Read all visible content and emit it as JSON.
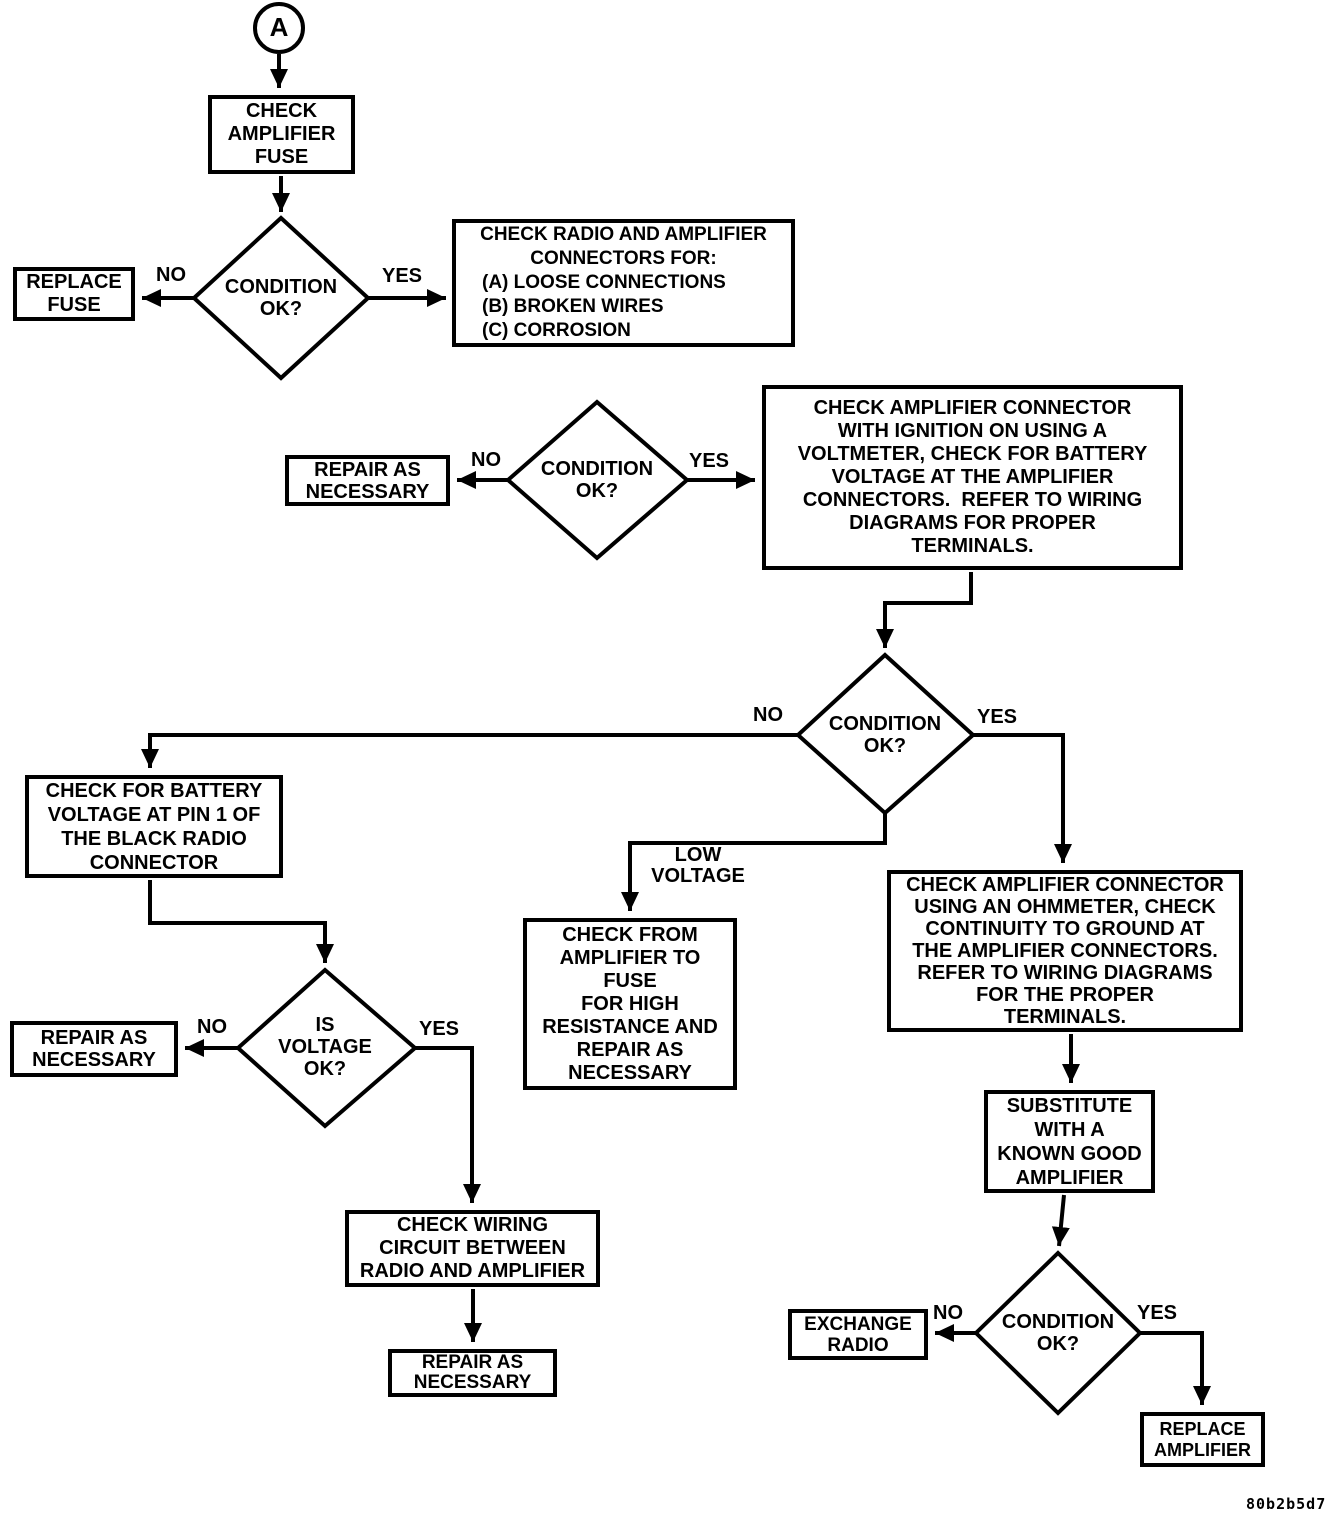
{
  "connector": {
    "label": "A"
  },
  "boxes": {
    "check_fuse": "CHECK\nAMPLIFIER\nFUSE",
    "replace_fuse": "REPLACE\nFUSE",
    "check_connectors": {
      "header": "CHECK RADIO AND AMPLIFIER\nCONNECTORS FOR:",
      "items": "(A) LOOSE CONNECTIONS\n(B) BROKEN WIRES\n(C) CORROSION"
    },
    "repair_as_necessary_1": "REPAIR AS\nNECESSARY",
    "check_voltmeter": "CHECK AMPLIFIER CONNECTOR\nWITH IGNITION ON USING A\nVOLTMETER, CHECK FOR BATTERY\nVOLTAGE AT THE AMPLIFIER\nCONNECTORS.  REFER TO WIRING\nDIAGRAMS FOR PROPER\nTERMINALS.",
    "check_pin1": "CHECK FOR BATTERY\nVOLTAGE AT PIN 1 OF\nTHE BLACK RADIO\nCONNECTOR",
    "check_fuse_resistance": "CHECK FROM\nAMPLIFIER TO\nFUSE\nFOR HIGH\nRESISTANCE AND\nREPAIR AS\nNECESSARY",
    "check_ohmmeter": "CHECK AMPLIFIER CONNECTOR\nUSING AN OHMMETER, CHECK\nCONTINUITY TO GROUND AT\nTHE AMPLIFIER CONNECTORS.\nREFER TO WIRING DIAGRAMS\nFOR THE PROPER\nTERMINALS.",
    "substitute_amplifier": "SUBSTITUTE\nWITH A\nKNOWN GOOD\nAMPLIFIER",
    "repair_as_necessary_2": "REPAIR AS\nNECESSARY",
    "check_wiring": "CHECK WIRING\nCIRCUIT BETWEEN\nRADIO AND AMPLIFIER",
    "repair_as_necessary_3": "REPAIR AS\nNECESSARY",
    "exchange_radio": "EXCHANGE\nRADIO",
    "replace_amplifier": "REPLACE\nAMPLIFIER"
  },
  "decisions": {
    "d1": "CONDITION\nOK?",
    "d2": "CONDITION\nOK?",
    "d3": "CONDITION\nOK?",
    "d4": "IS\nVOLTAGE\nOK?",
    "d5": "CONDITION\nOK?"
  },
  "edge_labels": {
    "d1_no": "NO",
    "d1_yes": "YES",
    "d2_no": "NO",
    "d2_yes": "YES",
    "d3_no": "NO",
    "d3_yes": "YES",
    "d3_low_voltage": "LOW\nVOLTAGE",
    "d4_no": "NO",
    "d4_yes": "YES",
    "d5_no": "NO",
    "d5_yes": "YES"
  },
  "footer": {
    "code": "80b2b5d7"
  }
}
